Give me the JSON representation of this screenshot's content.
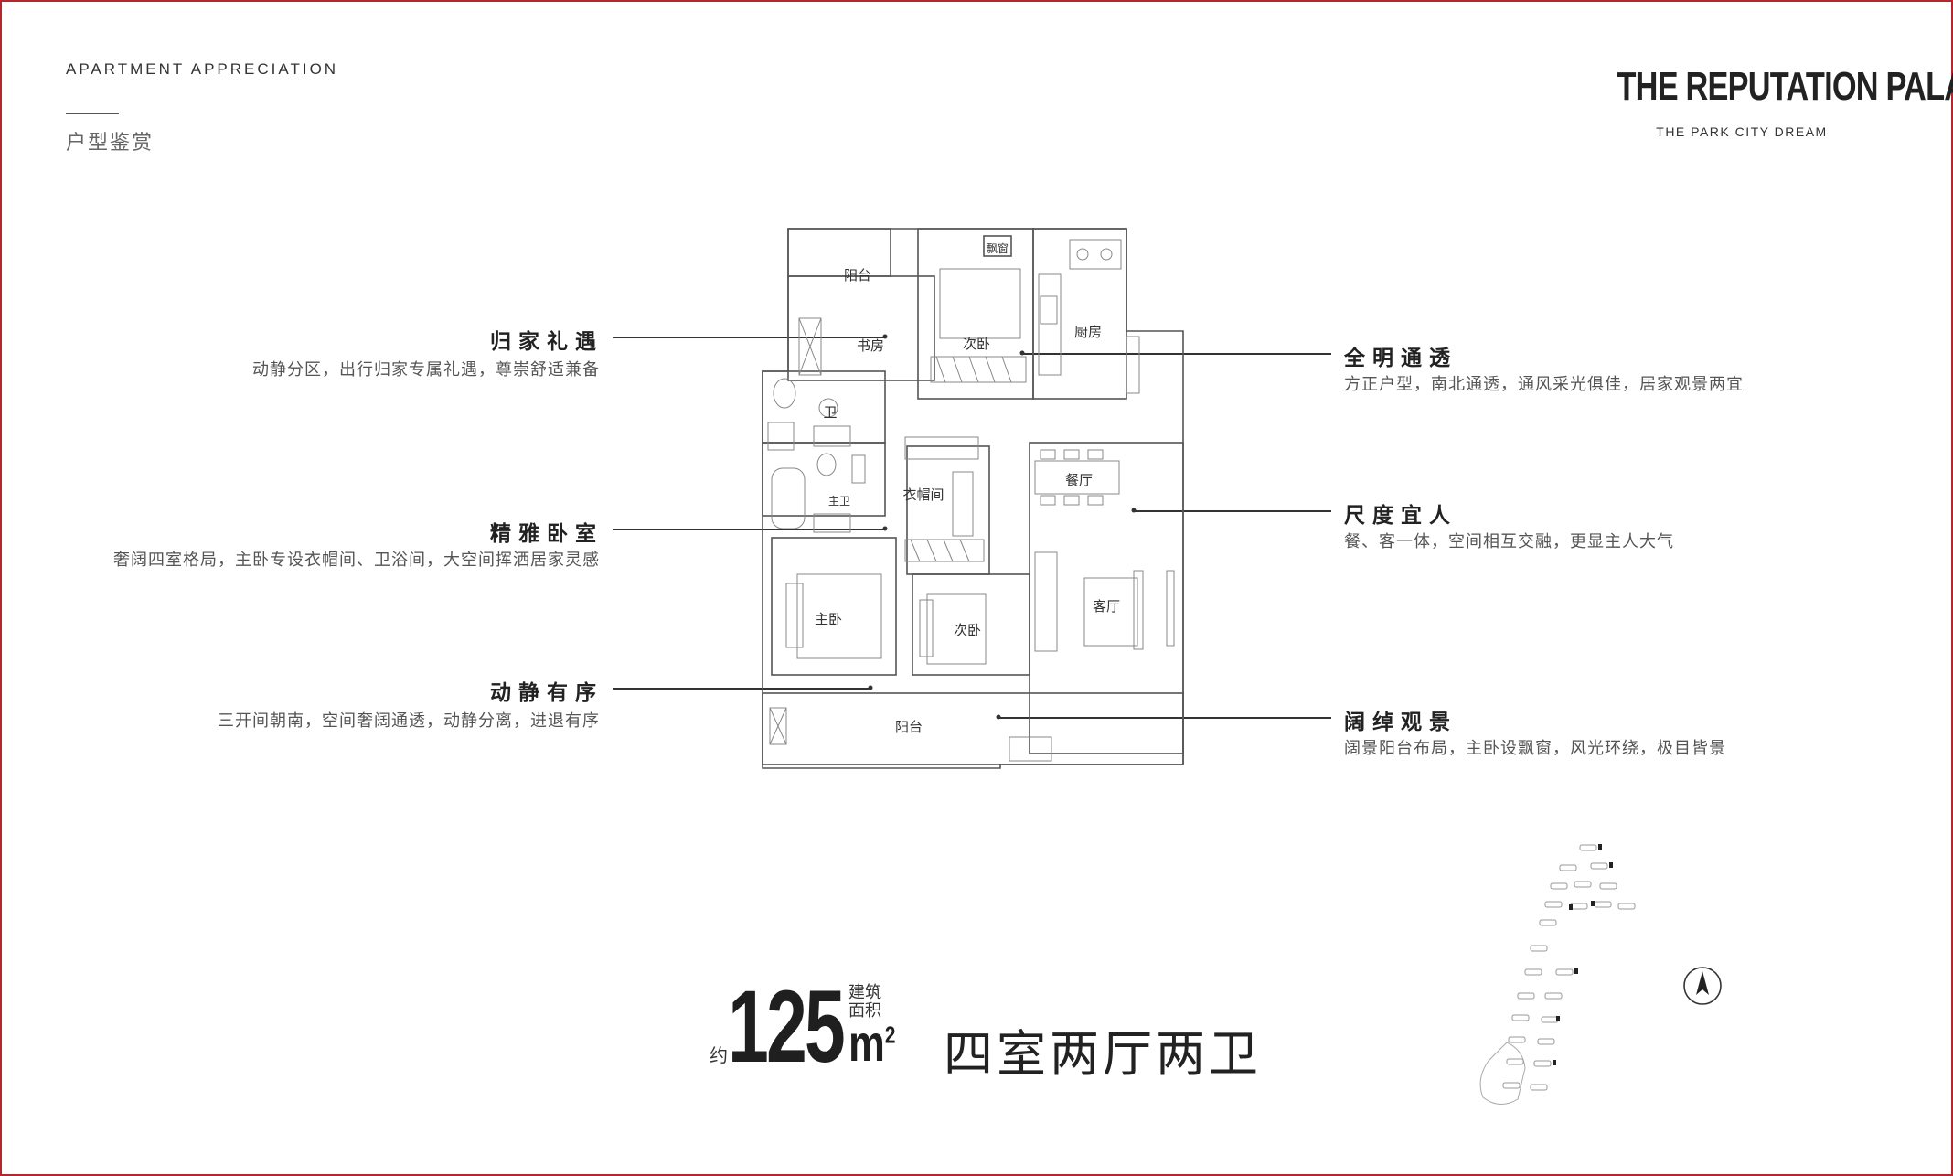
{
  "header": {
    "title_en": "APARTMENT APPRECIATION",
    "title_cn": "户型鉴赏"
  },
  "brand": {
    "name": "THE REPUTATION PALACE",
    "tagline": "THE PARK CITY DREAM"
  },
  "features_left": [
    {
      "title": "归家礼遇",
      "desc": "动静分区，出行归家专属礼遇，尊崇舒适兼备"
    },
    {
      "title": "精雅卧室",
      "desc": "奢阔四室格局，主卧专设衣帽间、卫浴间，大空间挥洒居家灵感"
    },
    {
      "title": "动静有序",
      "desc": "三开间朝南，空间奢阔通透，动静分离，进退有序"
    }
  ],
  "features_right": [
    {
      "title": "全明通透",
      "desc": "方正户型，南北通透，通风采光俱佳，居家观景两宜"
    },
    {
      "title": "尺度宜人",
      "desc": "餐、客一体，空间相互交融，更显主人大气"
    },
    {
      "title": "阔绰观景",
      "desc": "阔景阳台布局，主卧设飘窗，风光环绕，极目皆景"
    }
  ],
  "rooms": {
    "balcony_n": "阳台",
    "study": "书房",
    "bay_window": "飘窗",
    "bedroom2_n": "次卧",
    "kitchen": "厨房",
    "bath": "卫",
    "master_bath": "主卫",
    "closet": "衣帽间",
    "dining": "餐厅",
    "living": "客厅",
    "master_bed": "主卧",
    "bedroom2_s": "次卧",
    "balcony_s": "阳台"
  },
  "area": {
    "prefix": "约",
    "value": "125",
    "label_line1": "建筑",
    "label_line2": "面积",
    "unit": "m",
    "unit_sup": "2",
    "layout": "四室两厅两卫"
  },
  "colors": {
    "frame": "#b3272d",
    "text": "#333333",
    "line": "#555555"
  },
  "icons": {
    "compass": "north-arrow-icon",
    "site_map": "site-plan-icon"
  }
}
